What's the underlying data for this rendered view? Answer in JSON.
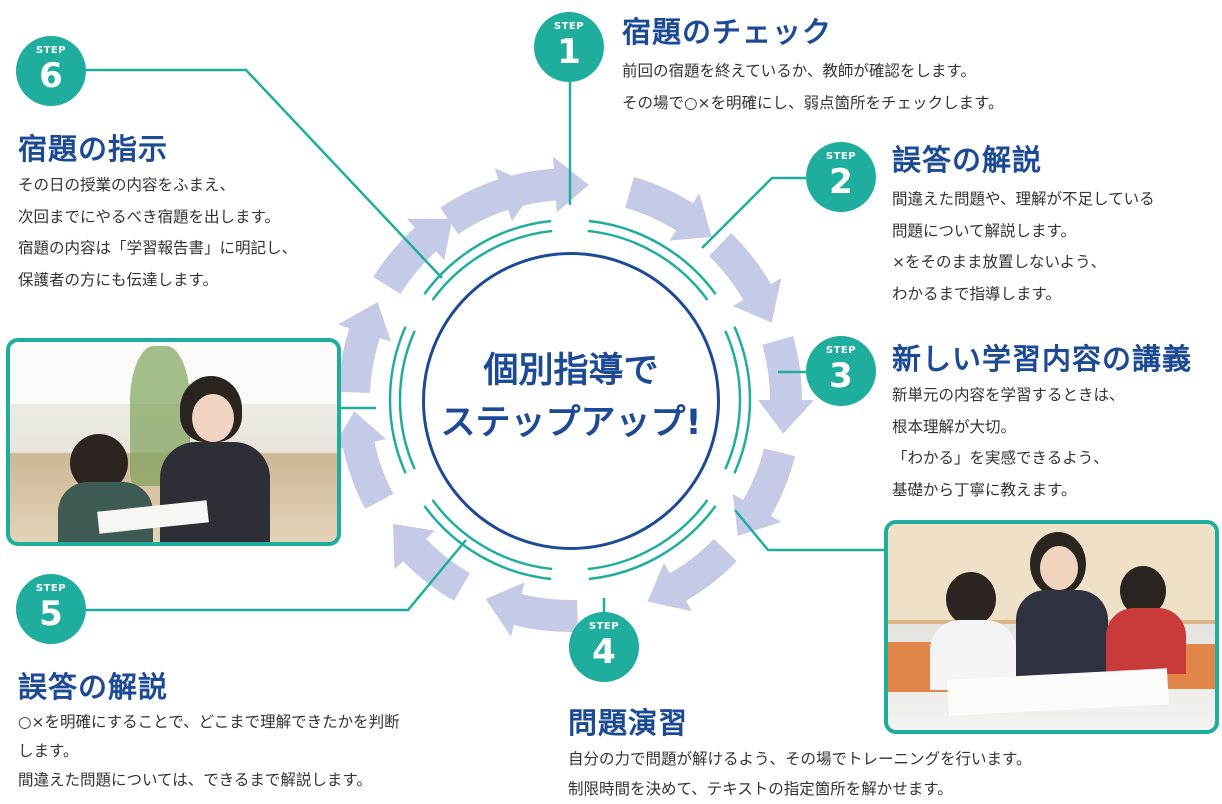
{
  "colors": {
    "teal": "#1fae9d",
    "navy": "#1d4a94",
    "arrow": "#c5cbe6",
    "text": "#333333"
  },
  "center": {
    "line1": "個別指導で",
    "line2": "ステップアップ!"
  },
  "steps": [
    {
      "word": "STEP",
      "number": "1",
      "title": "宿題のチェック",
      "desc": [
        "前回の宿題を終えているか、教師が確認をします。",
        "その場で○×を明確にし、弱点箇所をチェックします。"
      ]
    },
    {
      "word": "STEP",
      "number": "2",
      "title": "誤答の解説",
      "desc": [
        "間違えた問題や、理解が不足している",
        "問題について解説します。",
        "×をそのまま放置しないよう、",
        "わかるまで指導します。"
      ]
    },
    {
      "word": "STEP",
      "number": "3",
      "title": "新しい学習内容の講義",
      "desc": [
        "新単元の内容を学習するときは、",
        "根本理解が大切。",
        "「わかる」を実感できるよう、",
        "基礎から丁寧に教えます。"
      ]
    },
    {
      "word": "STEP",
      "number": "4",
      "title": "問題演習",
      "desc": [
        "自分の力で問題が解けるよう、その場でトレーニングを行います。",
        "制限時間を決めて、テキストの指定箇所を解かせます。"
      ]
    },
    {
      "word": "STEP",
      "number": "5",
      "title": "誤答の解説",
      "desc": [
        "○×を明確にすることで、どこまで理解できたかを判断",
        "します。",
        "間違えた問題については、できるまで解説します。"
      ]
    },
    {
      "word": "STEP",
      "number": "6",
      "title": "宿題の指示",
      "desc": [
        "その日の授業の内容をふまえ、",
        "次回までにやるべき宿題を出します。",
        "宿題の内容は「学習報告書」に明記し、",
        "保護者の方にも伝達します。"
      ]
    }
  ],
  "photos": [
    {
      "name": "photo-tutor-one-student"
    },
    {
      "name": "photo-tutor-two-students"
    }
  ]
}
